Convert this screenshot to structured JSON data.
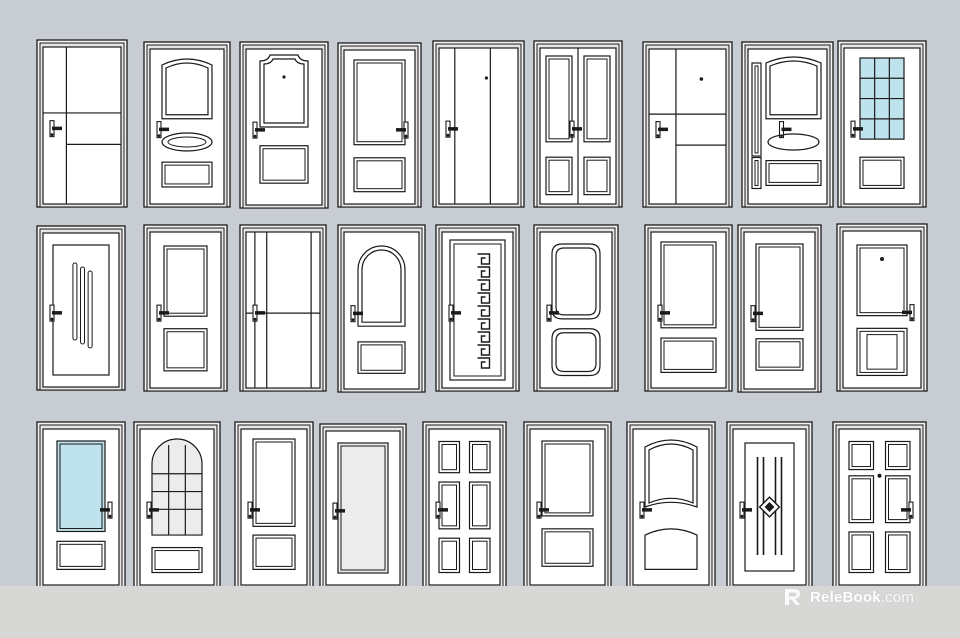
{
  "scene": {
    "background_color": "#c7cdd2",
    "floor_color": "#d7d7d5",
    "door_stroke_color": "#1a1a1a",
    "door_fill_color": "#ffffff",
    "glass_color": "#bfe3ec",
    "frosted_glass_color": "#ececec"
  },
  "watermark": {
    "icon": "relebook-logo-icon",
    "brand": "ReleBook",
    "tld": ".com"
  },
  "rows": [
    {
      "doors": [
        {
          "id": "door-1-1",
          "style": "flush-split",
          "handle": "left"
        },
        {
          "id": "door-1-2",
          "style": "arched-panel-oval",
          "handle": "left"
        },
        {
          "id": "door-1-3",
          "style": "crown-panel",
          "handle": "left"
        },
        {
          "id": "door-1-4",
          "style": "two-panel",
          "handle": "right"
        },
        {
          "id": "door-1-5",
          "style": "flush-vertical-grooves",
          "handle": "left"
        },
        {
          "id": "door-1-6",
          "style": "double-narrow-panels",
          "handle": "center"
        },
        {
          "id": "door-1-7",
          "style": "flush-split-peephole",
          "handle": "left"
        },
        {
          "id": "door-1-8",
          "style": "ornate-double",
          "handle": "center"
        },
        {
          "id": "door-1-9",
          "style": "grid-window",
          "handle": "left"
        }
      ]
    },
    {
      "doors": [
        {
          "id": "door-2-1",
          "style": "vertical-bars",
          "handle": "left"
        },
        {
          "id": "door-2-2",
          "style": "two-panel-inset",
          "handle": "left"
        },
        {
          "id": "door-2-3",
          "style": "flush-split-low",
          "handle": "left"
        },
        {
          "id": "door-2-4",
          "style": "arch-top-panel",
          "handle": "left"
        },
        {
          "id": "door-2-5",
          "style": "greek-key-strip",
          "handle": "left"
        },
        {
          "id": "door-2-6",
          "style": "octagon-panels",
          "handle": "left"
        },
        {
          "id": "door-2-7",
          "style": "two-panel-tall",
          "handle": "left"
        },
        {
          "id": "door-2-8",
          "style": "two-panel-plain",
          "handle": "left"
        },
        {
          "id": "door-2-9",
          "style": "steel-peephole-panels",
          "handle": "right"
        }
      ]
    },
    {
      "doors": [
        {
          "id": "door-3-1",
          "style": "glass-top-panel",
          "handle": "right"
        },
        {
          "id": "door-3-2",
          "style": "arched-grid-glass",
          "handle": "left"
        },
        {
          "id": "door-3-3",
          "style": "two-panel-classic",
          "handle": "left"
        },
        {
          "id": "door-3-4",
          "style": "single-frosted",
          "handle": "left"
        },
        {
          "id": "door-3-5",
          "style": "six-panel",
          "handle": "left"
        },
        {
          "id": "door-3-6",
          "style": "two-panel-square",
          "handle": "left"
        },
        {
          "id": "door-3-7",
          "style": "cathedral-two-panel",
          "handle": "left"
        },
        {
          "id": "door-3-8",
          "style": "diamond-bars",
          "handle": "left"
        },
        {
          "id": "door-3-9",
          "style": "six-panel-steel",
          "handle": "right"
        }
      ]
    }
  ]
}
